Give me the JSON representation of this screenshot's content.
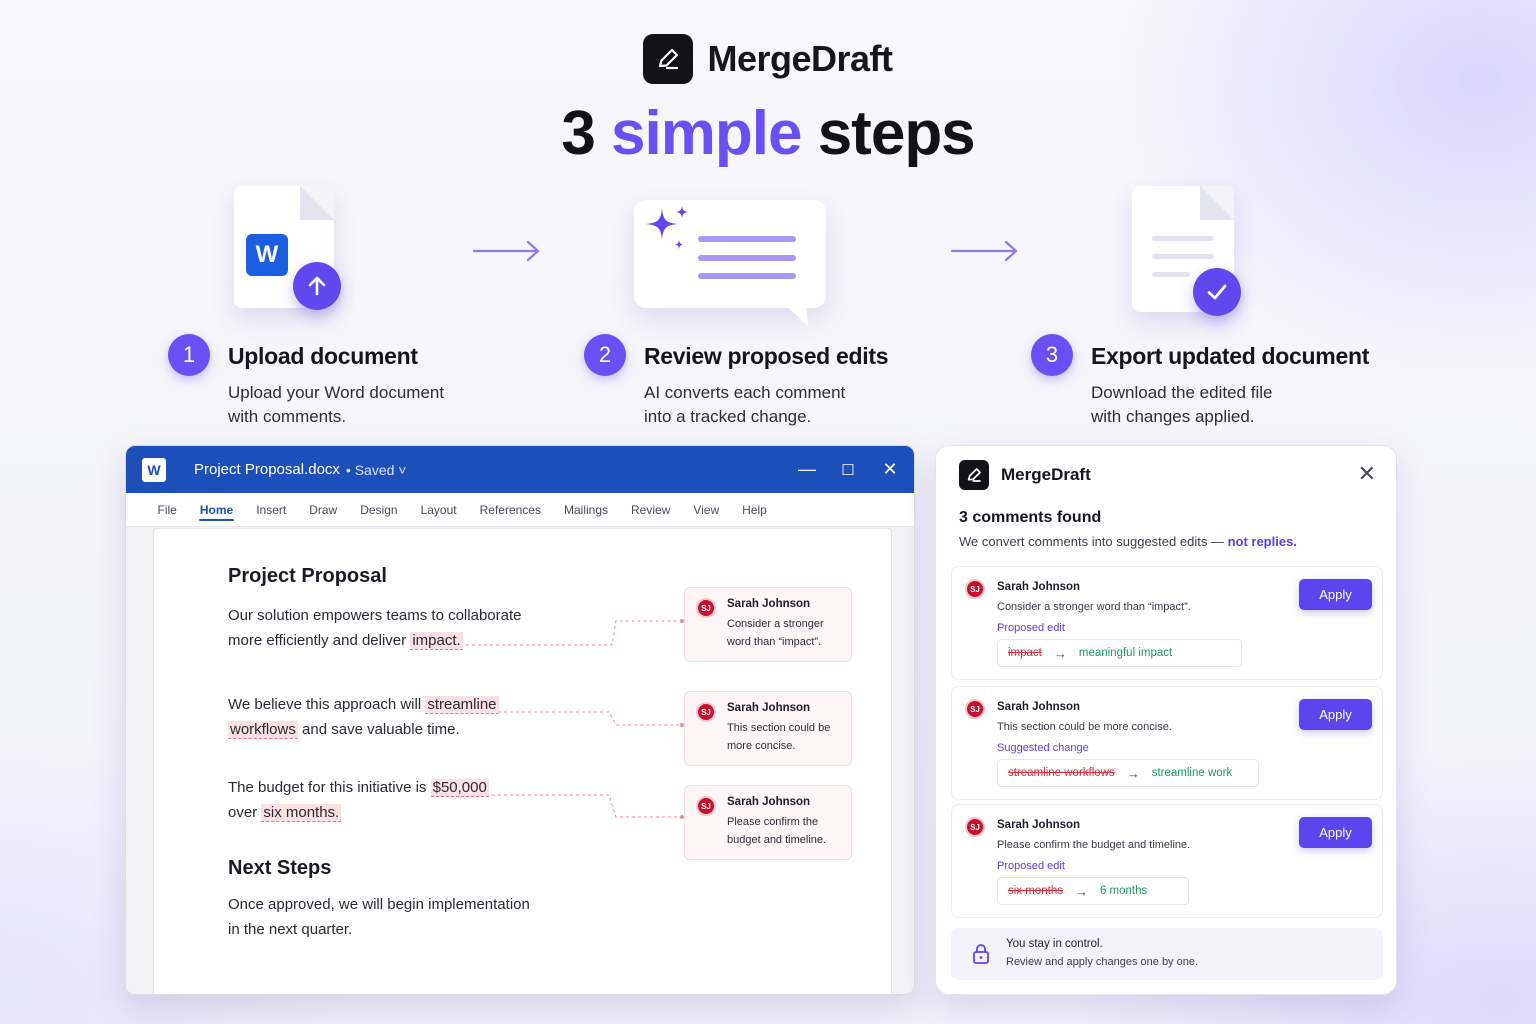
{
  "brand": {
    "name": "MergeDraft"
  },
  "headline": {
    "part1": "3",
    "accent": "simple",
    "part2": "steps"
  },
  "colors": {
    "accent": "#6a4ff5",
    "word_blue": "#1d4fb8",
    "comment_red": "#c8102e",
    "insert_green": "#1e9a5a",
    "delete_red": "#d22b3c"
  },
  "steps": [
    {
      "num": "1",
      "title": "Upload document",
      "desc1": "Upload your Word document",
      "desc2": "with comments.",
      "icon": "word-upload-icon"
    },
    {
      "num": "2",
      "title": "Review proposed edits",
      "desc1": "AI converts each comment",
      "desc2": "into a tracked change.",
      "icon": "sparkle-bubble-icon"
    },
    {
      "num": "3",
      "title": "Export updated document",
      "desc1": "Download the edited file",
      "desc2": "with changes applied.",
      "icon": "document-check-icon"
    }
  ],
  "word": {
    "app_icon": "W",
    "doc_name": "Project Proposal.docx",
    "status": "• Saved ˅",
    "window_controls": [
      "—",
      "☐",
      "✕"
    ],
    "tabs": [
      "File",
      "Home",
      "Insert",
      "Draw",
      "Design",
      "Layout",
      "References",
      "Mailings",
      "Review",
      "View",
      "Help"
    ],
    "active_tab": "Home",
    "doc": {
      "heading1": "Project Proposal",
      "p1_line1": "Our solution empowers teams to collaborate",
      "p1_line2_a": "more efficiently and deliver ",
      "p1_line2_hl": "impact.",
      "p2_a": "We believe this approach will ",
      "p2_hl1": "streamline",
      "p2_hl2": "workflows",
      "p2_b": " and save valuable time.",
      "p3_a": "The budget for this initiative is ",
      "p3_hl1": "$50,000",
      "p3_b": "over ",
      "p3_hl2": "six months.",
      "heading2": "Next Steps",
      "p4_line1": "Once approved, we will begin implementation",
      "p4_line2": "in the next quarter."
    },
    "comments": [
      {
        "initials": "SJ",
        "author": "Sarah Johnson",
        "text1": "Consider a stronger",
        "text2": "word than “impact”."
      },
      {
        "initials": "SJ",
        "author": "Sarah Johnson",
        "text1": "This section could be",
        "text2": "more concise."
      },
      {
        "initials": "SJ",
        "author": "Sarah Johnson",
        "text1": "Please confirm the",
        "text2": "budget and timeline."
      }
    ]
  },
  "panel": {
    "brand": "MergeDraft",
    "close": "✕",
    "title": "3 comments found",
    "subtitle": "We convert comments into suggested edits — ",
    "subtitle_link": "not replies.",
    "suggestions": [
      {
        "initials": "SJ",
        "author": "Sarah Johnson",
        "comment": "Consider a stronger word than “impact”.",
        "kind": "Proposed edit",
        "from": "impact",
        "to": "meaningful impact",
        "button": "Apply"
      },
      {
        "initials": "SJ",
        "author": "Sarah Johnson",
        "comment": "This section could be more concise.",
        "kind": "Suggested change",
        "from": "streamline workflows",
        "to": "streamline work",
        "button": "Apply"
      },
      {
        "initials": "SJ",
        "author": "Sarah Johnson",
        "comment": "Please confirm the budget and timeline.",
        "kind": "Proposed edit",
        "from": "six months",
        "to": "6 months",
        "button": "Apply"
      }
    ],
    "footer_title": "You stay in control.",
    "footer_text": "Review and apply changes one by one."
  }
}
